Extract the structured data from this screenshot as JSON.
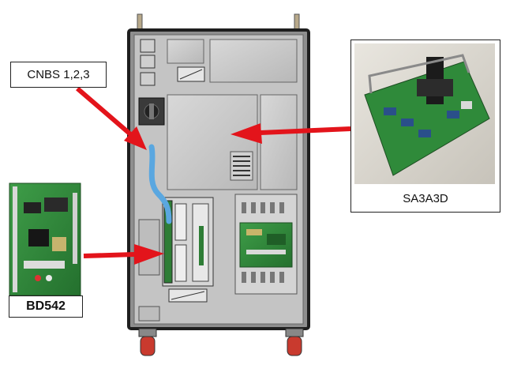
{
  "callouts": {
    "cnbs": {
      "label": "CNBS 1,2,3"
    },
    "sa3a3d": {
      "label": "SA3A3D"
    },
    "bd542": {
      "label": "BD542"
    }
  },
  "colors": {
    "arrow": "#e3141b",
    "cable": "#5aa7e0",
    "cabinet_frame": "#1e1e1e",
    "cabinet_panel": "#c9c9c9",
    "board_green": "#2f8a3a"
  }
}
